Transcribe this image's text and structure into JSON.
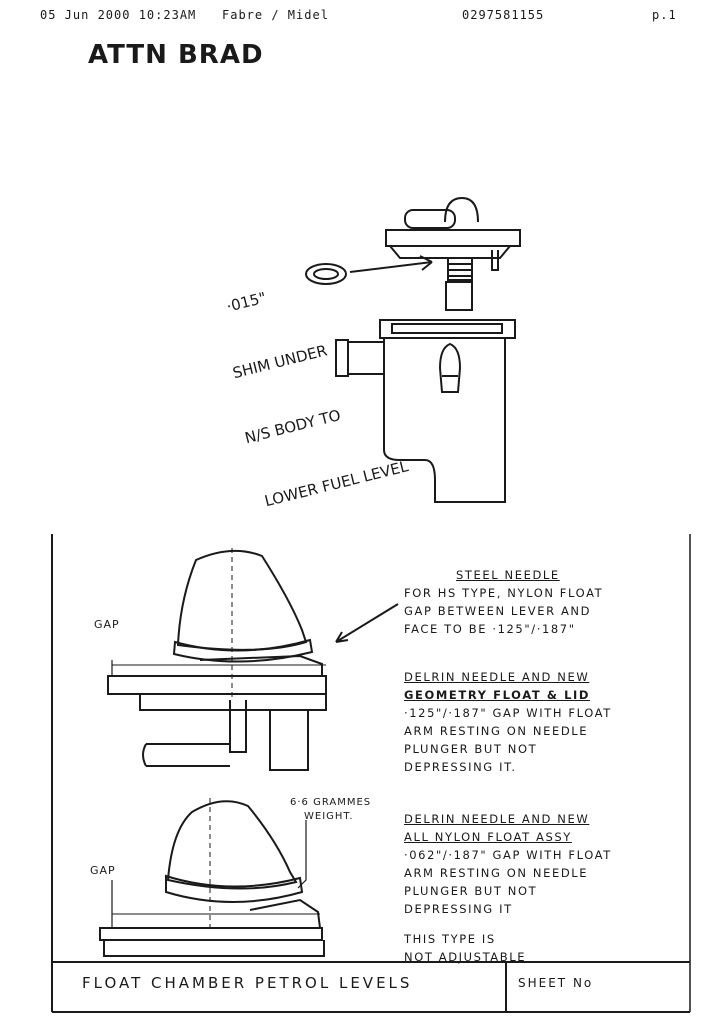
{
  "fax_header": {
    "datetime": "05 Jun 2000 10:23AM",
    "sender": "Fabre / Midel",
    "phone": "0297581155",
    "page": "p.1"
  },
  "handwritten": {
    "attn": "ATTN BRAD",
    "shim_lines": [
      "·015\"",
      "SHIM UNDER",
      "N/S BODY TO",
      "LOWER FUEL LEVEL"
    ]
  },
  "diagram_labels": {
    "gap_top": "GAP",
    "gap_bottom": "GAP",
    "weight": [
      "6·6 GRAMMES",
      "WEIGHT."
    ]
  },
  "notes": {
    "steel": {
      "title": "STEEL NEEDLE",
      "lines": [
        "FOR HS TYPE, NYLON FLOAT",
        "GAP BETWEEN LEVER AND",
        "FACE TO BE ·125\"/·187\""
      ]
    },
    "delrin_geometry": {
      "title1": "DELRIN NEEDLE AND NEW",
      "title2": "GEOMETRY FLOAT & LID",
      "lines": [
        "·125\"/·187\" GAP WITH FLOAT",
        "ARM RESTING ON NEEDLE",
        "PLUNGER BUT NOT",
        "DEPRESSING IT."
      ]
    },
    "delrin_nylon": {
      "title1": "DELRIN NEEDLE AND NEW",
      "title2": "ALL NYLON FLOAT ASSY",
      "lines": [
        "·062\"/·187\" GAP WITH FLOAT",
        "ARM RESTING ON NEEDLE",
        "PLUNGER BUT NOT",
        "DEPRESSING IT"
      ],
      "extra": [
        "THIS TYPE IS",
        "NOT ADJUSTABLE"
      ]
    }
  },
  "footer": {
    "title": "FLOAT CHAMBER PETROL LEVELS",
    "sheet": "SHEET No"
  }
}
